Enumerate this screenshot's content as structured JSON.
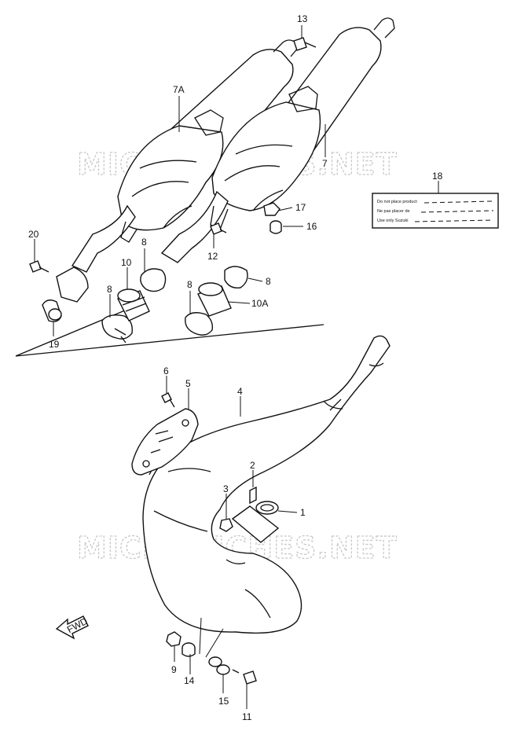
{
  "watermark": "MICROFICHES.NET",
  "callouts": {
    "n1": "1",
    "n2": "2",
    "n3": "3",
    "n4": "4",
    "n5": "5",
    "n6": "6",
    "n7": "7",
    "n7a": "7A",
    "n8a": "8",
    "n8b": "8",
    "n8c": "8",
    "n8d": "8",
    "n9": "9",
    "n10": "10",
    "n10a": "10A",
    "n11": "11",
    "n12": "12",
    "n13": "13",
    "n14": "14",
    "n15": "15",
    "n16": "16",
    "n17": "17",
    "n18": "18",
    "n19": "19",
    "n20": "20"
  },
  "label_sticker": {
    "line1": "Do not place product",
    "line2": "Ne pas placer de",
    "line3": "Use only Suzuki"
  },
  "fwd_arrow": "FWD"
}
